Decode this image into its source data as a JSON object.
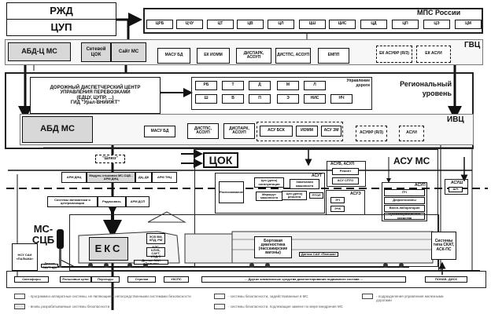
{
  "top": {
    "rzd": "РЖД",
    "cup": "ЦУП",
    "mps_title": "МПС России",
    "mps_units": [
      "ЦРБ",
      "ЦЧУ",
      "ЦТ",
      "ЦВ",
      "ЦЛ",
      "ЦШ",
      "ЦИС",
      "ЦД",
      "ЦП",
      "ЦЭ",
      "ЦМ"
    ]
  },
  "gvc": {
    "label": "ГВЦ",
    "abd_c": "АБД-Ц МС",
    "net_cok": "Сетевой ЦОК",
    "site": "Сайт МС",
    "systems": [
      "МАСУ БД",
      "ЕК ИОММ",
      "ДИСПАРК, АСОУП",
      "ДИСТПС, АСОУП",
      "ЕМПП"
    ],
    "dashed_systems": [
      "ЕК АСУФР (R/3)",
      "ЕК АСУИ"
    ]
  },
  "regional": {
    "label": "Региональный уровень",
    "ddc": [
      "ДОРОЖНЫЙ ДИСПЕТЧЕРСКИЙ ЦЕНТР",
      "УПРАВЛЕНИЯ ПЕРЕВОЗКАМИ",
      "(ЕДЦУ, ЦУПР, ...)",
      "ГИД \"Урал-ВНИИЖТ\""
    ],
    "road_mgmt_label": "Управление дороги",
    "road_units_row1": [
      "РБ",
      "Т",
      "Д",
      "М",
      "Л"
    ],
    "road_units_row2": [
      "Ш",
      "В",
      "П",
      "Э",
      "НИС",
      "НЧ"
    ]
  },
  "ivc": {
    "label": "ИВЦ",
    "abd": "АБД МС",
    "systems": [
      "МАСУ БД",
      "ДИСТПС, АСОУП",
      "ДИСПАРК, АСОУП"
    ],
    "group": [
      "АСУ БСК",
      "ИОММ",
      "АСУ ЗМ"
    ],
    "dashed_systems": [
      "АСУФР (R/3)",
      "АСУИ"
    ]
  },
  "gateway": "\"Шлюз\"",
  "station": {
    "arm_row": [
      "АРМ ДНЦ",
      "Модуль стыковки МС-СЦБ - АРМ ДНЦ",
      "ДЦ, ДК",
      "АРМ ТНЦ"
    ],
    "auto_row": [
      "Системы автоматики и централизации",
      "Радиосвязь",
      "АРМ ДСП"
    ]
  },
  "cok": {
    "label": "ЦОК",
    "asut_label": "АСУТ",
    "raspozn": "Распознавание",
    "items": [
      "Цех (депо) эксплуатации",
      "Маршрут машиниста",
      "Замечания машиниста",
      "Цех (депо) ремонта",
      "ПТОЛ"
    ]
  },
  "asu_ms": {
    "label": "АСУ МС",
    "asuv_label": "АСУВ, АСУЛ",
    "asuv_items": [
      "Ремонт",
      "АСУ СПТО"
    ],
    "asue_label": "АСУЭ",
    "asue_items": [
      "ЭЧ",
      "ЭЧК"
    ],
    "asup_label": "АСУП",
    "asup_items": [
      "ПЧ",
      "Дефектоскопы",
      "Вагон-лаборатория",
      "Путеизмерительные средства"
    ],
    "asush_label": "АСУШ",
    "asush_items": [
      "ШЧ"
    ]
  },
  "field": {
    "ms_scb": "МС-СЦБ",
    "nsu": "НСУ САИ «ПАЛЬМА»",
    "eks": "ЕКС",
    "loco_boxes": [
      "ЭСВ ВМ, КПД, РМ",
      "АЛС, КЛУБ, САУТ, ИЭД-Э"
    ],
    "sensor_loco": "Датчик САИ «Пальма»",
    "sensor_track": "Датчик САУТ-ЦМ",
    "onboard": "Бортовая диагностика (пассажирские вагоны)",
    "sensor_car": "Датчик САИ «Пальма»",
    "skat": "Системы типа СКАТ, АСК-ПС"
  },
  "bottom_row": [
    "Светофоры",
    "Рельсовые цепи",
    "Переезды",
    "Стрелки",
    "УКСПС",
    "... Другие комплексные средства диагностирования подвижного состава ...",
    "ПОНАБ, ДИСК"
  ],
  "legend": [
    {
      "text": "- программно-аппаратные системы, не являющиеся непосредственными системами безопасности",
      "style": "white"
    },
    {
      "text": "- вновь разрабатываемые системы безопасности",
      "style": "gray"
    },
    {
      "text": "- системы безопасности, задействованные в МС",
      "style": "white"
    },
    {
      "text": "- системы безопасности, подлежащие замене по мере внедрения МС",
      "style": "white"
    },
    {
      "text": "- подразделения управления железными дорогами",
      "style": "white"
    }
  ]
}
